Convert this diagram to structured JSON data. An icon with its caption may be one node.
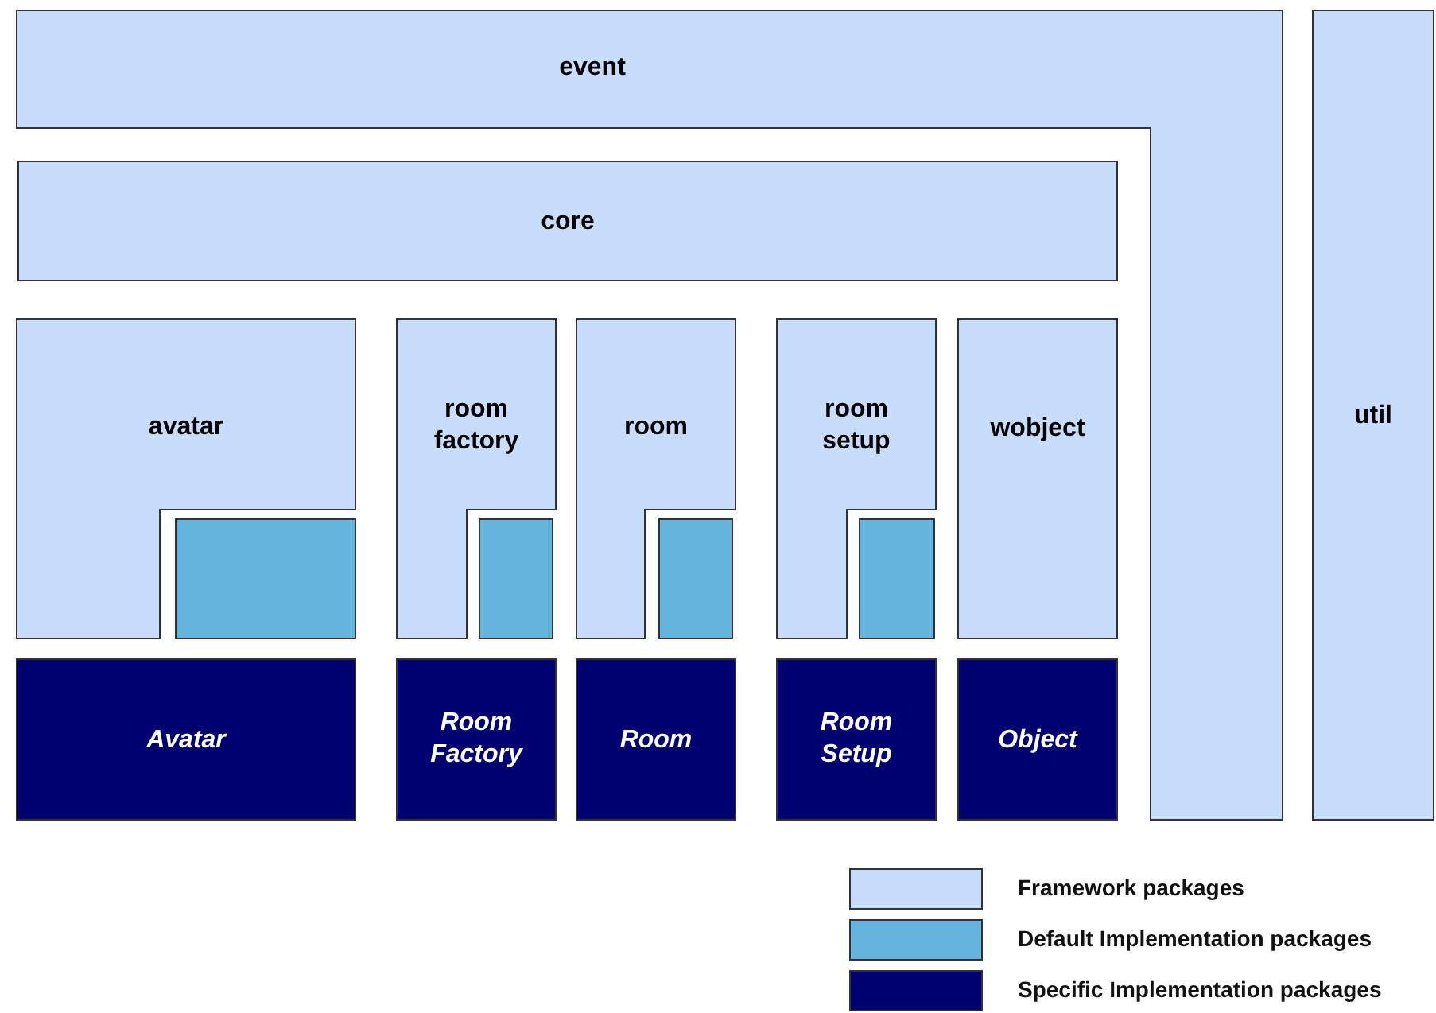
{
  "diagram": {
    "nodes": [
      {
        "text": [
          "event"
        ]
      },
      {
        "text": [
          "util"
        ]
      },
      {
        "text": [
          "core"
        ]
      },
      {
        "text": [
          "avatar"
        ]
      },
      {
        "text": [
          "room factory"
        ]
      },
      {
        "text": [
          "room"
        ]
      },
      {
        "text": [
          "room setup"
        ]
      },
      {
        "text": [
          "wobject"
        ]
      },
      {
        "text": [],
        "shape": "box"
      },
      {
        "text": [],
        "shape": "box"
      },
      {
        "text": [],
        "shape": "box"
      },
      {
        "text": [],
        "shape": "box"
      },
      {
        "text": [
          "Avatar"
        ]
      },
      {
        "text": [
          "Room Factory"
        ]
      },
      {
        "text": [
          "Room"
        ]
      },
      {
        "text": [
          "Room Setup"
        ]
      },
      {
        "text": [
          "Object"
        ]
      }
    ],
    "edges": [],
    "legend": [
      {
        "text": "Framework packages",
        "color": "#c8dcfc"
      },
      {
        "text": "Default Implementation packages",
        "color": "#66b4de"
      },
      {
        "text": "Specific Implementation packages",
        "color": "#000070"
      }
    ]
  }
}
